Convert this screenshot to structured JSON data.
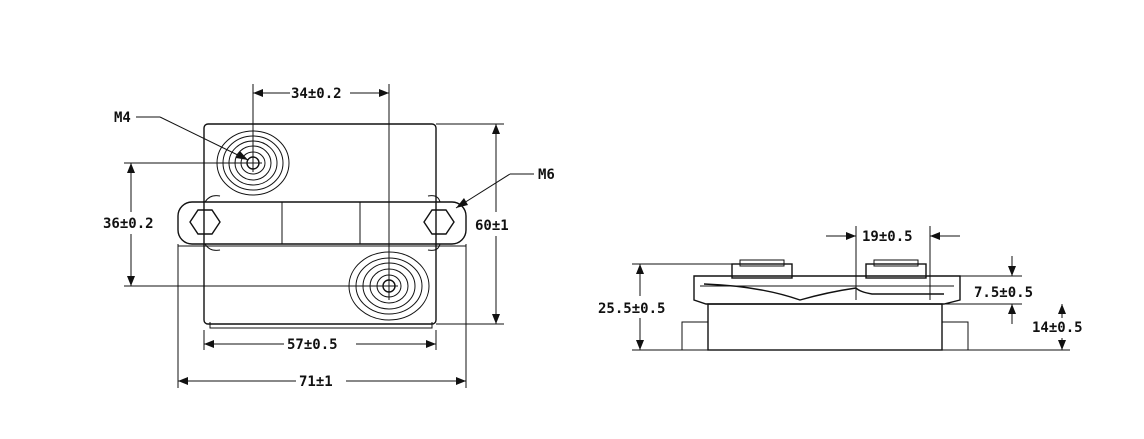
{
  "front_view": {
    "labels": {
      "m4": "M4",
      "m6": "M6",
      "dim_34": "34±0.2",
      "dim_36": "36±0.2",
      "dim_60": "60±1",
      "dim_57": "57±0.5",
      "dim_71": "71±1"
    }
  },
  "side_view": {
    "labels": {
      "dim_19": "19±0.5",
      "dim_25_5": "25.5±0.5",
      "dim_7_5": "7.5±0.5",
      "dim_14": "14±0.5"
    }
  }
}
